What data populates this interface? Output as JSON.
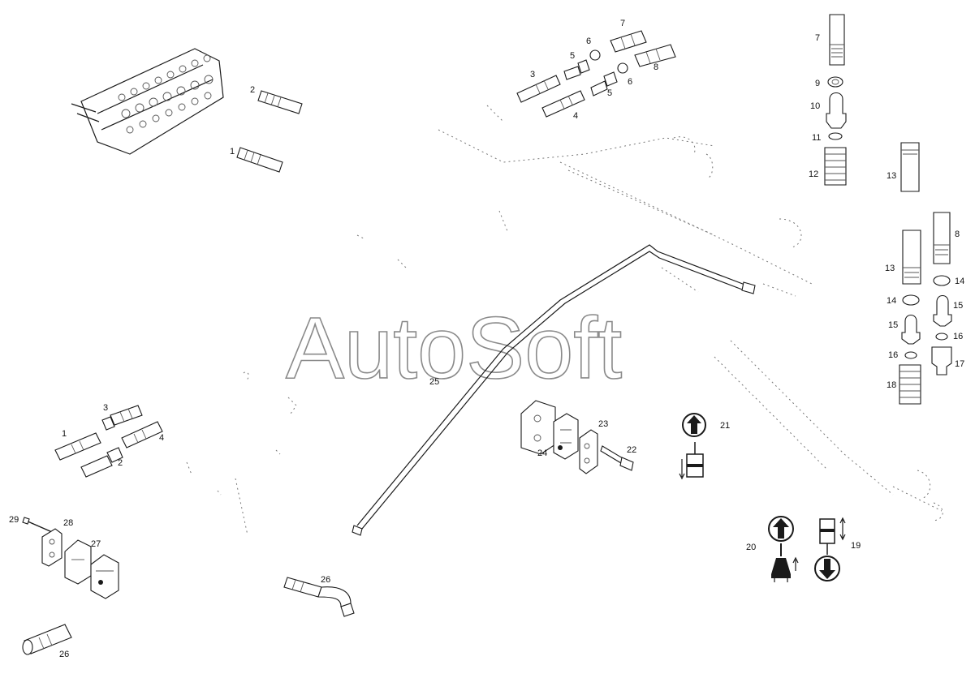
{
  "watermark": "AutoSoft",
  "labels": {
    "l1": "1",
    "l2": "2",
    "tc3": "3",
    "tc4": "4",
    "tc5a": "5",
    "tc5b": "5",
    "tc6a": "6",
    "tc6b": "6",
    "tc7": "7",
    "tc8": "8",
    "r7": "7",
    "r9": "9",
    "r10": "10",
    "r11": "11",
    "r12": "12",
    "r13a": "13",
    "r8": "8",
    "r13b": "13",
    "r14a": "14",
    "r14b": "14",
    "r15a": "15",
    "r15b": "15",
    "r16a": "16",
    "r16b": "16",
    "r17": "17",
    "r18": "18",
    "b1": "1",
    "b2": "2",
    "b3": "3",
    "b4": "4",
    "p25": "25",
    "p21": "21",
    "p22": "22",
    "p23": "23",
    "p24": "24",
    "p29": "29",
    "p28": "28",
    "p27": "27",
    "p26a": "26",
    "p26b": "26",
    "p20": "20",
    "p19": "19"
  },
  "colors": {
    "line": "#1a1a1a",
    "watermark_stroke": "#8a8a8a",
    "background": "#ffffff"
  },
  "icons": [
    "arrow-up-symbol",
    "arrow-down-symbol",
    "cylinder-symbol",
    "hand-lever-symbol"
  ]
}
